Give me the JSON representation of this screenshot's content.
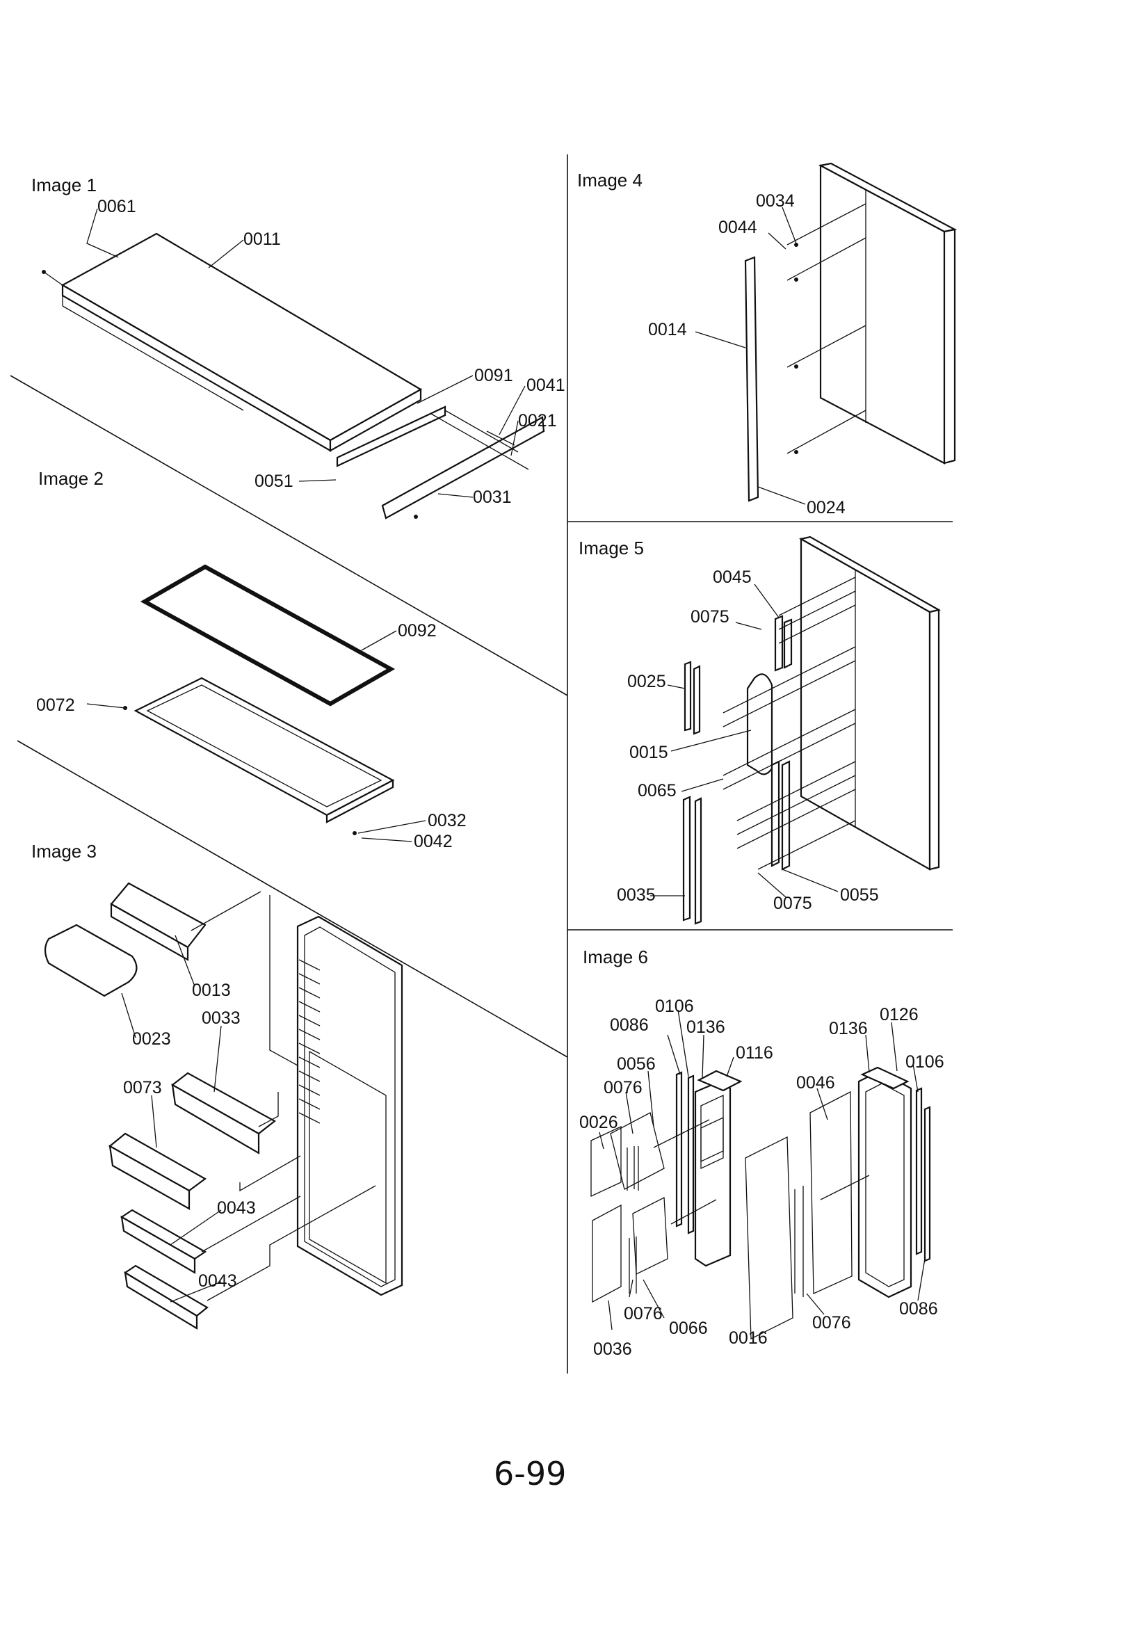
{
  "page_number": "6-99",
  "panels": {
    "image1": {
      "title": "Image 1",
      "parts": [
        "0061",
        "0011",
        "0091",
        "0041",
        "0021",
        "0051",
        "0031"
      ]
    },
    "image2": {
      "title": "Image 2",
      "parts": [
        "0092",
        "0072",
        "0032",
        "0042"
      ]
    },
    "image3": {
      "title": "Image 3",
      "parts": [
        "0013",
        "0023",
        "0033",
        "0073",
        "0043",
        "0043"
      ]
    },
    "image4": {
      "title": "Image 4",
      "parts": [
        "0034",
        "0044",
        "0014",
        "0024"
      ]
    },
    "image5": {
      "title": "Image 5",
      "parts": [
        "0045",
        "0075",
        "0025",
        "0015",
        "0065",
        "0035",
        "0075",
        "0055"
      ]
    },
    "image6": {
      "title": "Image 6",
      "parts": [
        "0106",
        "0086",
        "0136",
        "0116",
        "0056",
        "0076",
        "0026",
        "0136",
        "0126",
        "0106",
        "0046",
        "0076",
        "0066",
        "0036",
        "0016",
        "0076",
        "0086"
      ]
    }
  }
}
